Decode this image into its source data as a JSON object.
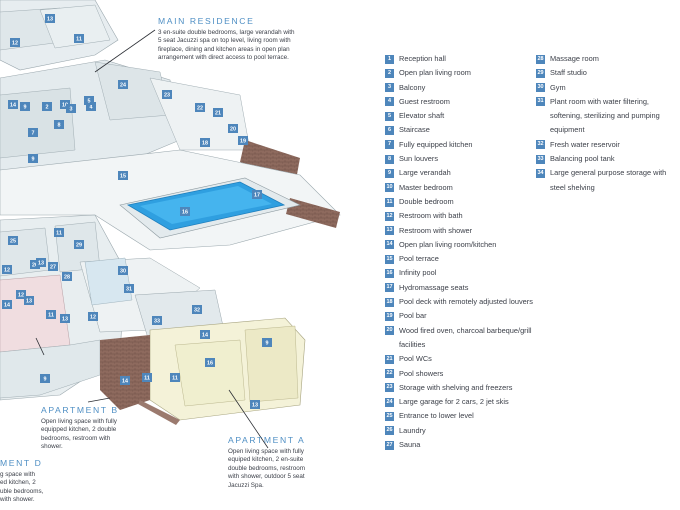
{
  "callouts": {
    "main": {
      "title": "MAIN RESIDENCE",
      "lines": [
        "3 en-suite double bedrooms, large verandah with",
        "5 seat Jacuzzi spa on top level, living room with",
        "fireplace, dining and kitchen areas in open plan",
        "arrangement with direct access to pool terrace."
      ]
    },
    "apt_b": {
      "title": "APARTMENT B",
      "lines": [
        "Open living space with fully",
        "equipped kitchen, 2 double",
        "bedrooms, restroom with",
        "shower."
      ]
    },
    "apt_a": {
      "title": "APARTMENT A",
      "lines": [
        "Open living space with fully",
        "equiped kitchen, 2 en-suite",
        "double bedrooms, restroom",
        "with shower, outdoor 5 seat",
        "Jacuzzi Spa."
      ]
    },
    "apt_d": {
      "title": "MENT D",
      "lines": [
        "g space with",
        "ed kitchen, 2",
        "uble bedrooms,",
        "with shower."
      ]
    }
  },
  "legend": [
    {
      "num": "1",
      "label": "Reception hall"
    },
    {
      "num": "2",
      "label": "Open plan living room"
    },
    {
      "num": "3",
      "label": "Balcony"
    },
    {
      "num": "4",
      "label": "Guest restroom"
    },
    {
      "num": "5",
      "label": "Elevator shaft"
    },
    {
      "num": "6",
      "label": "Staircase"
    },
    {
      "num": "7",
      "label": "Fully equipped kitchen"
    },
    {
      "num": "8",
      "label": "Sun louvers"
    },
    {
      "num": "9",
      "label": "Large verandah"
    },
    {
      "num": "10",
      "label": "Master bedroom"
    },
    {
      "num": "11",
      "label": "Double bedroom"
    },
    {
      "num": "12",
      "label": "Restroom with bath"
    },
    {
      "num": "13",
      "label": "Restroom with shower"
    },
    {
      "num": "14",
      "label": "Open plan living room/kitchen"
    },
    {
      "num": "15",
      "label": "Pool terrace"
    },
    {
      "num": "16",
      "label": "Infinity pool"
    },
    {
      "num": "17",
      "label": "Hydromassage seats"
    },
    {
      "num": "18",
      "label": "Pool deck with remotely adjusted louvers"
    },
    {
      "num": "19",
      "label": "Pool bar"
    },
    {
      "num": "20",
      "label": "Wood fired oven, charcoal barbeque/grill facilities"
    },
    {
      "num": "21",
      "label": "Pool WCs"
    },
    {
      "num": "22",
      "label": "Pool showers"
    },
    {
      "num": "23",
      "label": "Storage with shelving and freezers"
    },
    {
      "num": "24",
      "label": "Large garage for 2 cars, 2 jet skis"
    },
    {
      "num": "25",
      "label": "Entrance to lower level"
    },
    {
      "num": "26",
      "label": "Laundry"
    },
    {
      "num": "27",
      "label": "Sauna"
    },
    {
      "num": "28",
      "label": "Massage room"
    },
    {
      "num": "29",
      "label": "Staff studio"
    },
    {
      "num": "30",
      "label": "Gym"
    },
    {
      "num": "31",
      "label": "Plant room with water filtering, softening, sterilizing and pumping equipment"
    },
    {
      "num": "32",
      "label": "Fresh water reservoir"
    },
    {
      "num": "33",
      "label": "Balancing pool tank"
    },
    {
      "num": "34",
      "label": "Large general purpose storage with steel shelving"
    }
  ],
  "plan_labels": [
    "12",
    "11",
    "13",
    "24",
    "23",
    "22",
    "21",
    "20",
    "19",
    "18",
    "17",
    "16",
    "15",
    "9",
    "7",
    "8",
    "10",
    "14",
    "30",
    "31",
    "32",
    "33",
    "29",
    "26",
    "27",
    "28",
    "25",
    "11",
    "12",
    "13",
    "14",
    "16",
    "11",
    "11",
    "13",
    "9",
    "9",
    "11",
    "12",
    "13",
    "14",
    "13",
    "12",
    "14",
    "9",
    "2",
    "3",
    "4",
    "5",
    "6"
  ],
  "colors": {
    "accent": "#4e86bb",
    "title": "#4f8fc4",
    "pool": "#2f9fe0",
    "wall": "#8a5a4d"
  }
}
